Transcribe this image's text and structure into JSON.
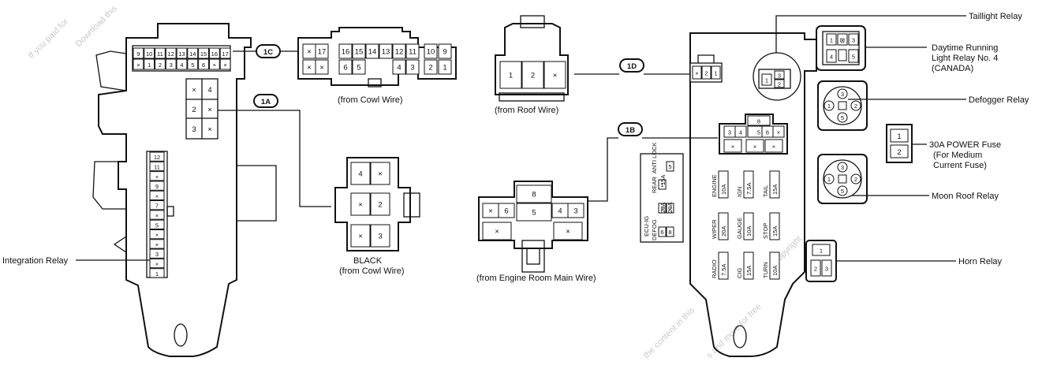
{
  "watermark": [
    "If you paid for",
    "Download this",
    "the content in this",
    "s and more for free",
    "copyright"
  ],
  "connector_tags": {
    "1A": "1A",
    "1B": "1B",
    "1C": "1C",
    "1D": "1D"
  },
  "left_block": {
    "integration_relay": "Integration Relay",
    "cowl_1c_pins": [
      "×",
      "17",
      "16",
      "15",
      "14",
      "13",
      "12",
      "11",
      "10",
      "9",
      "×",
      "×",
      "6",
      "5",
      "4",
      "3",
      "2",
      "1"
    ],
    "cowl_1c_caption": "(from Cowl Wire)",
    "connector_1a_pins": [
      "4",
      "×",
      "×",
      "2",
      "×",
      "3"
    ],
    "connector_1a_title": "BLACK",
    "connector_1a_caption": "(from Cowl Wire)",
    "block_top_pins": [
      "9",
      "10",
      "11",
      "12",
      "13",
      "14",
      "15",
      "16",
      "17",
      "×",
      "1",
      "2",
      "3",
      "4",
      "5",
      "6",
      "×",
      "×"
    ],
    "block_side_pins": [
      "×",
      "4",
      "2",
      "×",
      "3",
      "×"
    ],
    "block_column_pins": [
      "12",
      "11",
      "×",
      "9",
      "×",
      "7",
      "×",
      "5",
      "×",
      "×",
      "3",
      "×",
      "1"
    ]
  },
  "right_block": {
    "roof_1d_pins": [
      "1",
      "2",
      "×"
    ],
    "roof_1d_caption": "(from Roof Wire)",
    "roof_block_pins": [
      "×",
      "2",
      "1"
    ],
    "engine_1b_pins": [
      "8",
      "×",
      "6",
      "5",
      "4",
      "3",
      "×",
      "×"
    ],
    "engine_1b_caption": "(from Engine Room Main Wire)",
    "block_1b_pins": [
      "8",
      "3",
      "4",
      "5",
      "6",
      "×",
      "×",
      "×",
      "×"
    ],
    "relays": {
      "taillight": "Taillight Relay",
      "daytime_line1": "Daytime Running",
      "daytime_line2": "Light Relay No. 4",
      "daytime_line3": "(CANADA)",
      "defogger": "Defogger Relay",
      "power_fuse_line1": "30A POWER Fuse",
      "power_fuse_line2": "(For Medium",
      "power_fuse_line3": "Current Fuse)",
      "moon_roof": "Moon Roof Relay",
      "horn": "Horn Relay"
    },
    "relay_pins": {
      "taillight": [
        "1",
        "3",
        "2"
      ],
      "daytime": [
        "1",
        "⊠",
        "3",
        "4",
        "5"
      ],
      "defogger": [
        "3",
        "1",
        "2",
        "5"
      ],
      "power_fuse": [
        "1",
        "2"
      ],
      "moon_roof": [
        "3",
        "1",
        "2",
        "5"
      ],
      "horn": [
        "1",
        "2",
        "3"
      ]
    },
    "fuses": [
      {
        "name": "ENGINE",
        "amp": "10A"
      },
      {
        "name": "IGN",
        "amp": "7.5A"
      },
      {
        "name": "TAIL",
        "amp": "15A"
      },
      {
        "name": "WIPER",
        "amp": "20A"
      },
      {
        "name": "GAUGE",
        "amp": "10A"
      },
      {
        "name": "STOP",
        "amp": "15A"
      },
      {
        "name": "RADIO",
        "amp": "7.5A"
      },
      {
        "name": "CIG",
        "amp": "15A"
      },
      {
        "name": "TURN",
        "amp": "10A"
      }
    ],
    "side_fuses": {
      "label_ecu": "ECU-IG",
      "label_rear": "REAR",
      "label_antilock": "ANTI LOCK",
      "label_defog": "DEFOG",
      "amps": [
        "20A",
        "15A",
        "20A"
      ],
      "pins": [
        "6",
        "5",
        "2",
        "1",
        "8",
        "7"
      ]
    }
  }
}
